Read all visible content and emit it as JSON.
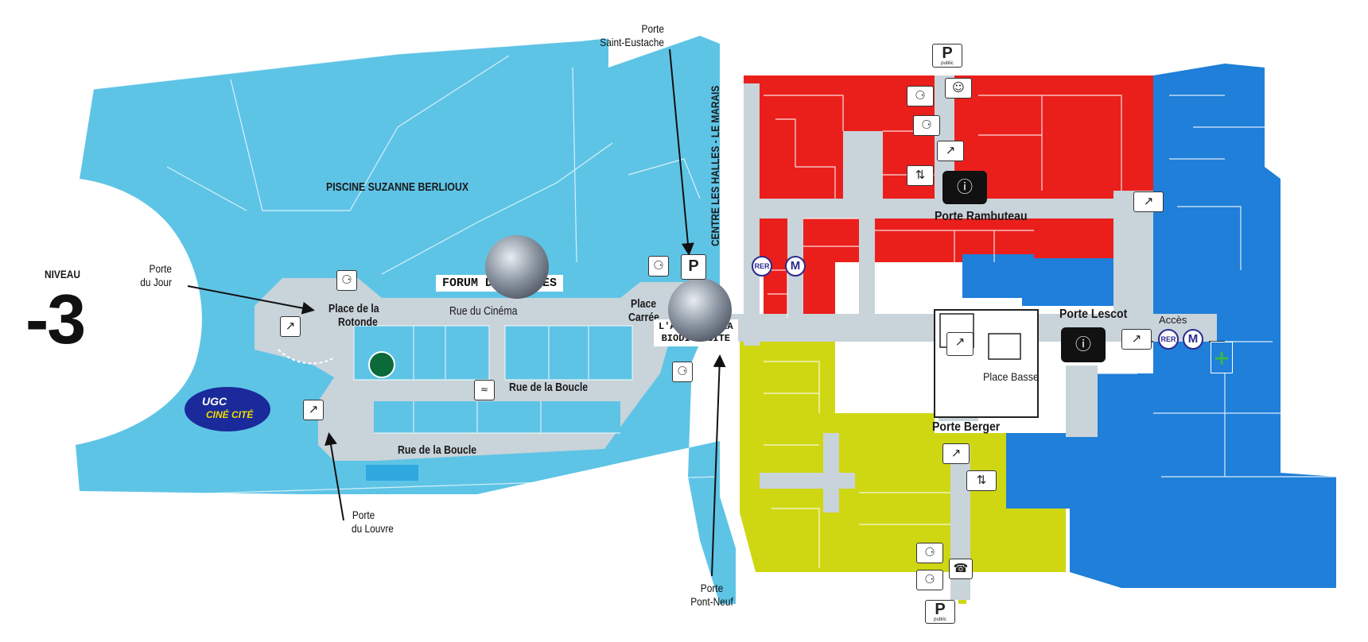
{
  "level": {
    "label": "NIVEAU",
    "number": "-3"
  },
  "places": {
    "piscine": "PISCINE SUZANNE BERLIOUX",
    "forum": "FORUM DES IMAGES",
    "rotonde_line1": "Place de la",
    "rotonde_line2": "Rotonde",
    "rue_cinema": "Rue du Cinéma",
    "rue_boucle_1": "Rue de la Boucle",
    "rue_boucle_2": "Rue de la Boucle",
    "place_carree_line1": "Place",
    "place_carree_line2": "Carrée",
    "arche_line1": "L'ARCHE DE LA",
    "arche_line2": "BIODIVERSITE",
    "centre": "CENTRE LES HALLES - LE MARAIS",
    "place_basse": "Place Basse",
    "ugc_top": "UGC",
    "ugc_bottom": "CINÉ CITÉ"
  },
  "doors": {
    "jour_1": "Porte",
    "jour_2": "du Jour",
    "louvre_1": "Porte",
    "louvre_2": "du Louvre",
    "eustache_1": "Porte",
    "eustache_2": "Saint-Eustache",
    "pontneuf_1": "Porte",
    "pontneuf_2": "Pont-Neuf",
    "rambuteau": "Porte Rambuteau",
    "lescot": "Porte Lescot",
    "berger": "Porte Berger",
    "acces": "Accès"
  },
  "symbols": {
    "parking_letter": "P",
    "parking_sub": "public",
    "rer": "RER",
    "metro": "M",
    "pharmacy": "+"
  },
  "colors": {
    "west_zone": "#5ec4e6",
    "corridor": "#c9d3da",
    "north_zone": "#ea1f1c",
    "south_zone": "#cfd713",
    "east_zone": "#1f7fd9",
    "ugc_blue": "#1a2a9a",
    "ugc_yellow": "#f3dc00",
    "transit_blue": "#2b2b8c",
    "pharmacy_green": "#35b84a"
  },
  "icons": [
    "escalator-icon",
    "toilets-icon",
    "elevator-icon",
    "info-desk-icon",
    "parking-icon",
    "wifi-icon",
    "starbucks-logo",
    "globe-icon",
    "baby-changing-icon",
    "phone-icon",
    "staircase-icon",
    "pharmacy-icon"
  ]
}
